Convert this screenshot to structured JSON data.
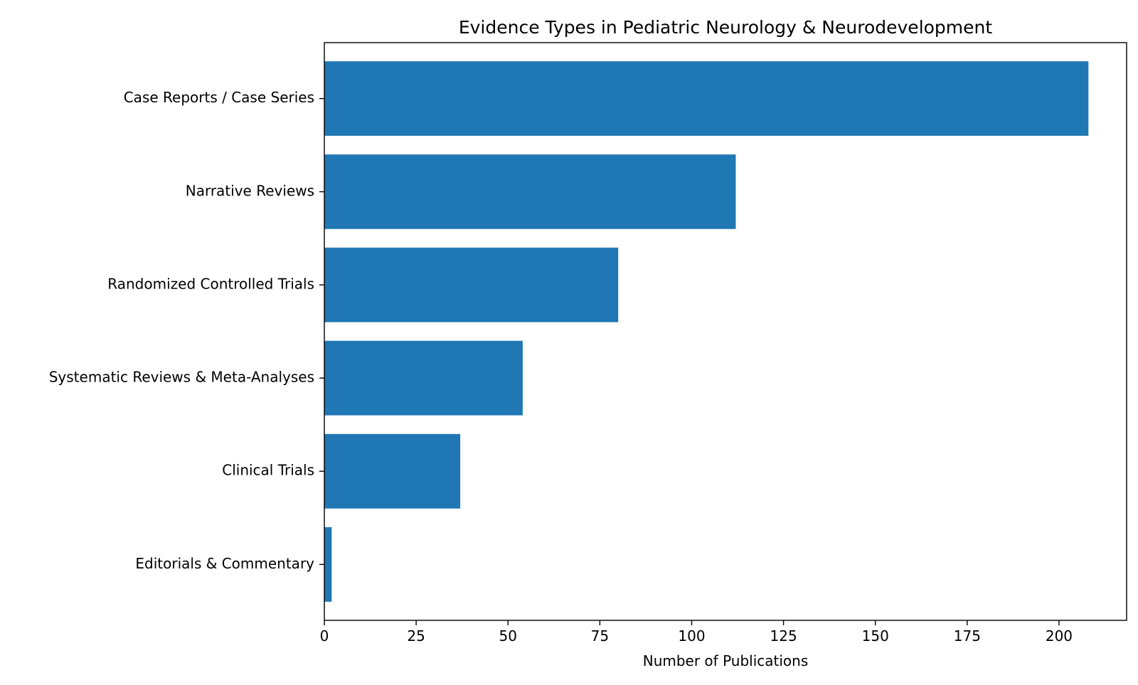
{
  "chart_data": {
    "type": "bar",
    "orientation": "horizontal",
    "title": "Evidence Types in Pediatric Neurology & Neurodevelopment",
    "xlabel": "Number of Publications",
    "ylabel": "",
    "categories": [
      "Case Reports / Case Series",
      "Narrative Reviews",
      "Randomized Controlled Trials",
      "Systematic Reviews & Meta-Analyses",
      "Clinical Trials",
      "Editorials & Commentary"
    ],
    "values": [
      208,
      112,
      80,
      54,
      37,
      2
    ],
    "xlim": [
      0,
      218.4
    ],
    "xticks": [
      0,
      25,
      50,
      75,
      100,
      125,
      150,
      175,
      200
    ],
    "xtick_labels": [
      "0",
      "25",
      "50",
      "75",
      "100",
      "125",
      "150",
      "175",
      "200"
    ],
    "grid": false,
    "legend": "none",
    "bar_color": "#1f77b4"
  }
}
